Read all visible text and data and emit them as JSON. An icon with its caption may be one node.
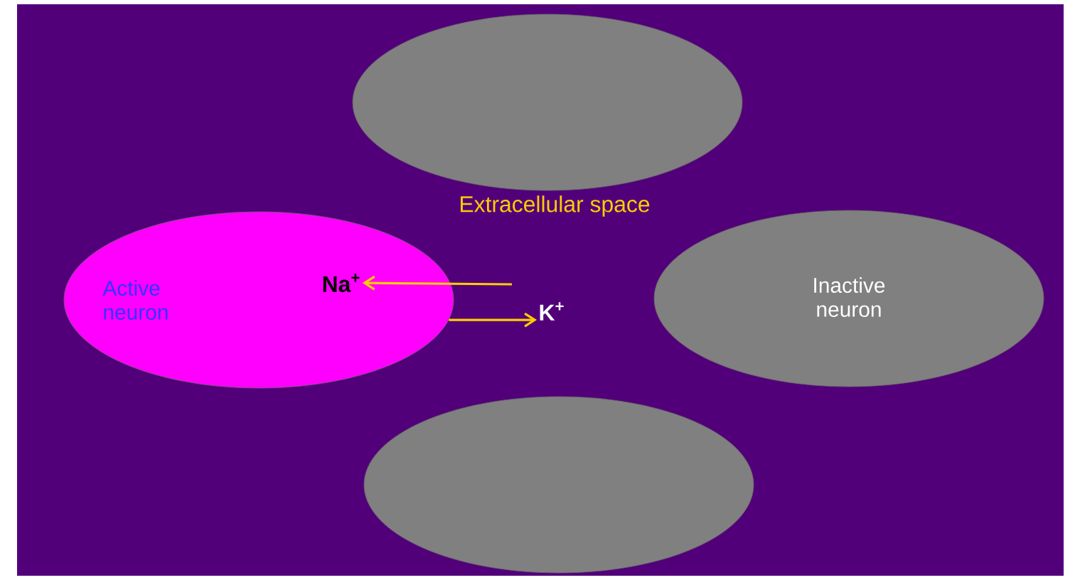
{
  "diagram": {
    "nodes": [
      {
        "text": [],
        "shape": "circle"
      },
      {
        "text": [
          "Active neuron"
        ]
      },
      {
        "text": [
          "Na$^{+}$"
        ],
        "in": 1
      },
      {
        "text": [
          "K$^{+}$"
        ]
      },
      {
        "text": [
          "Inactive neuron"
        ]
      },
      {
        "text": [],
        "shape": "circle"
      }
    ],
    "edges": [
      {
        "from": null,
        "to": 2,
        "arrow": "to"
      },
      {
        "from": 1,
        "to": 3,
        "arrow": "to"
      }
    ],
    "labels": [
      "Extracellular space"
    ]
  }
}
